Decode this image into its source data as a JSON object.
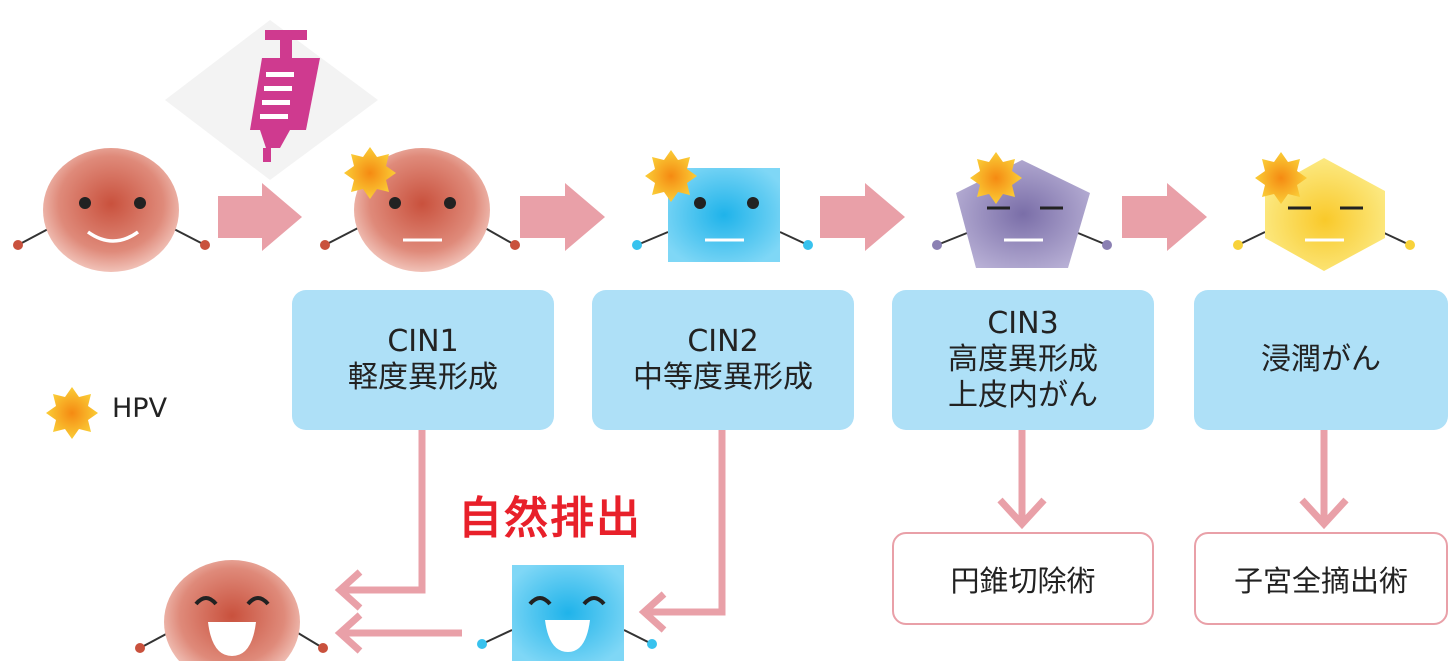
{
  "legend": {
    "icon": "hpv-star-icon",
    "label": "HPV"
  },
  "stages": [
    {
      "lines": [
        "CIN1",
        "軽度異形成"
      ]
    },
    {
      "lines": [
        "CIN2",
        "中等度異形成"
      ]
    },
    {
      "lines": [
        "CIN3",
        "高度異形成",
        "上皮内がん"
      ]
    },
    {
      "lines": [
        "浸潤がん"
      ]
    }
  ],
  "clearance_label": "自然排出",
  "treatments": [
    "円錐切除術",
    "子宮全摘出術"
  ],
  "colors": {
    "arrow": "#e9a0a8",
    "stage_box": "#aee0f7",
    "clearance_text": "#e8202a",
    "normal_cell": "#c9513d",
    "cin2_cell": "#38c2ee",
    "cin3_cell": "#8b80b3",
    "cancer_cell": "#f8d23a",
    "syringe": "#cf3a8f"
  }
}
